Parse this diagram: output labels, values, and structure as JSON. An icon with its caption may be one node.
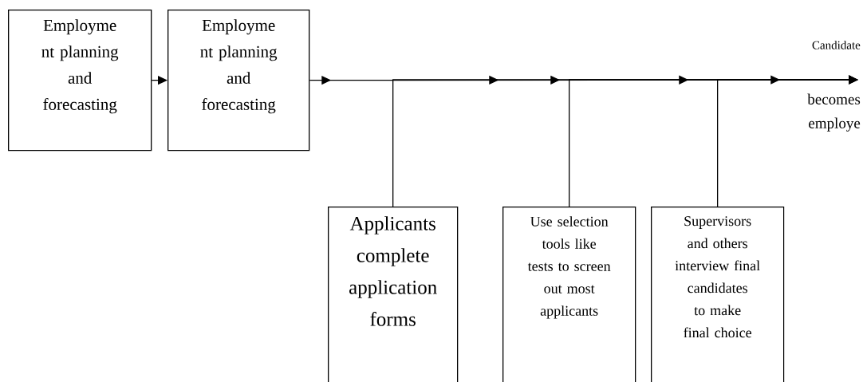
{
  "diagram": {
    "nodes": [
      {
        "text": [
          "Employme nt planning and forecasting"
        ]
      },
      {
        "text": [
          "Employme nt planning and forecasting"
        ]
      },
      {
        "text": [
          "Applicants complete application forms"
        ]
      },
      {
        "text": [
          "Use selection tools like tests to screen out most applicants"
        ]
      },
      {
        "text": [
          "Supervisors and others interview final candidates to make final choice"
        ]
      },
      {
        "text": [
          "Candidate",
          "becomes employe"
        ]
      }
    ],
    "edges": [
      {
        "from": 0,
        "to": 1,
        "arrow": "to"
      },
      {
        "from": 1,
        "to": 5,
        "arrow": "to"
      },
      {
        "from": 2,
        "to": 5,
        "arrow": "to"
      },
      {
        "from": 3,
        "to": 5,
        "arrow": "to"
      },
      {
        "from": 4,
        "to": 5,
        "arrow": "to"
      }
    ]
  }
}
